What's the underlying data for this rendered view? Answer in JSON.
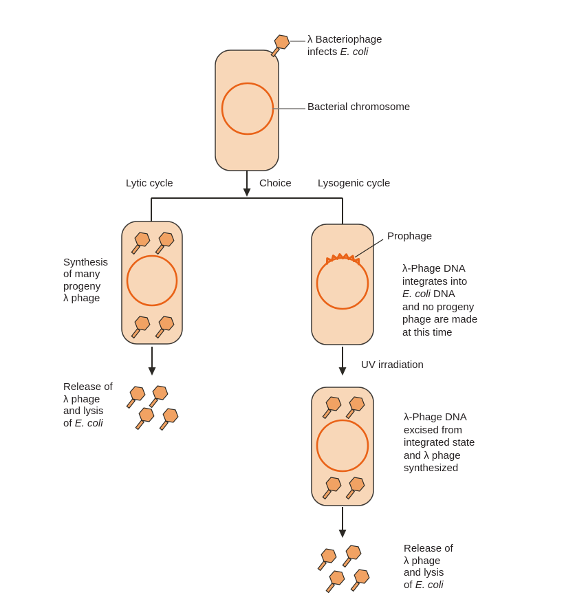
{
  "colors": {
    "background": "#FFFFFF",
    "cell_fill": "#F8D7B8",
    "cell_stroke": "#3E3A36",
    "chromosome": "#E96217",
    "phage_fill": "#F1A263",
    "phage_stroke": "#2B2925",
    "line": "#2B2925",
    "leader": "#7E7B78",
    "text": "#231F20"
  },
  "labels": {
    "bacteriophage_infects": {
      "line1": "λ Bacteriophage",
      "line2_pre": "infects ",
      "line2_italic": "E. coli"
    },
    "bacterial_chromosome": "Bacterial chromosome",
    "lytic_cycle": "Lytic cycle",
    "choice": "Choice",
    "lysogenic_cycle": "Lysogenic cycle",
    "synthesis": {
      "lines": [
        "Synthesis",
        "of many",
        "progeny",
        "λ phage"
      ]
    },
    "prophage": "Prophage",
    "integrates": {
      "line1": "λ-Phage DNA",
      "line2": "integrates into",
      "line3_italic": "E. coli",
      "line3_post": " DNA",
      "line4": "and no progeny",
      "line5": "phage are made",
      "line6": "at this time"
    },
    "release_left": {
      "line1": "Release of",
      "line2": "λ phage",
      "line3": "and lysis",
      "line4_pre": "of ",
      "line4_italic": "E. coli"
    },
    "uv_irradiation": "UV irradiation",
    "excised": {
      "lines": [
        "λ-Phage DNA",
        "excised from",
        "integrated state",
        "and λ phage",
        "synthesized"
      ]
    },
    "release_right": {
      "line1": "Release of",
      "line2": "λ phage",
      "line3": "and lysis",
      "line4_pre": "of ",
      "line4_italic": "E. coli"
    }
  }
}
